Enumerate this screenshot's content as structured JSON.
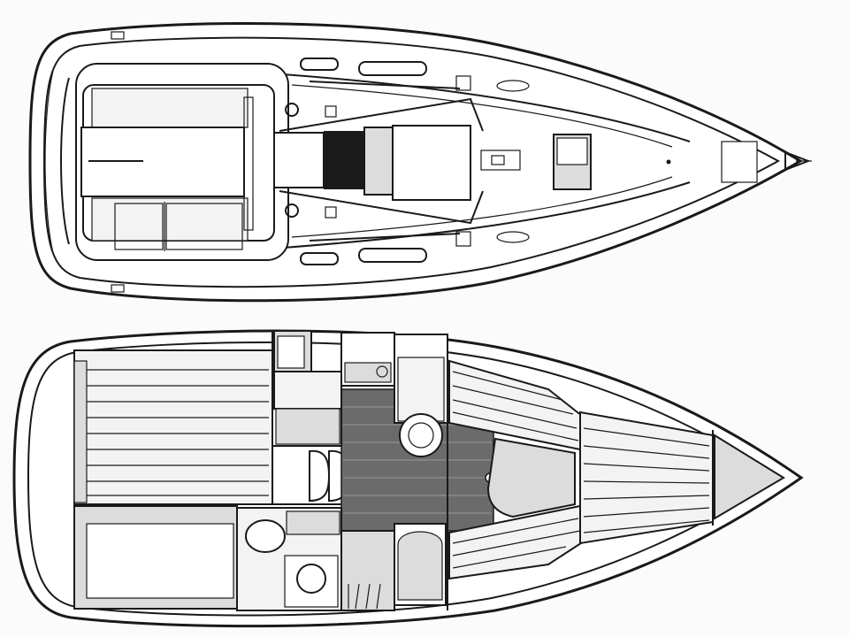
{
  "views": [
    {
      "id": "deck-plan",
      "kind": "deck"
    },
    {
      "id": "interior-layout",
      "kind": "interior"
    }
  ],
  "colors": {
    "ink": "#1a1a1a",
    "paper": "#ffffff",
    "shade": "#dcdcdc",
    "sole": "#6b6b6b"
  }
}
